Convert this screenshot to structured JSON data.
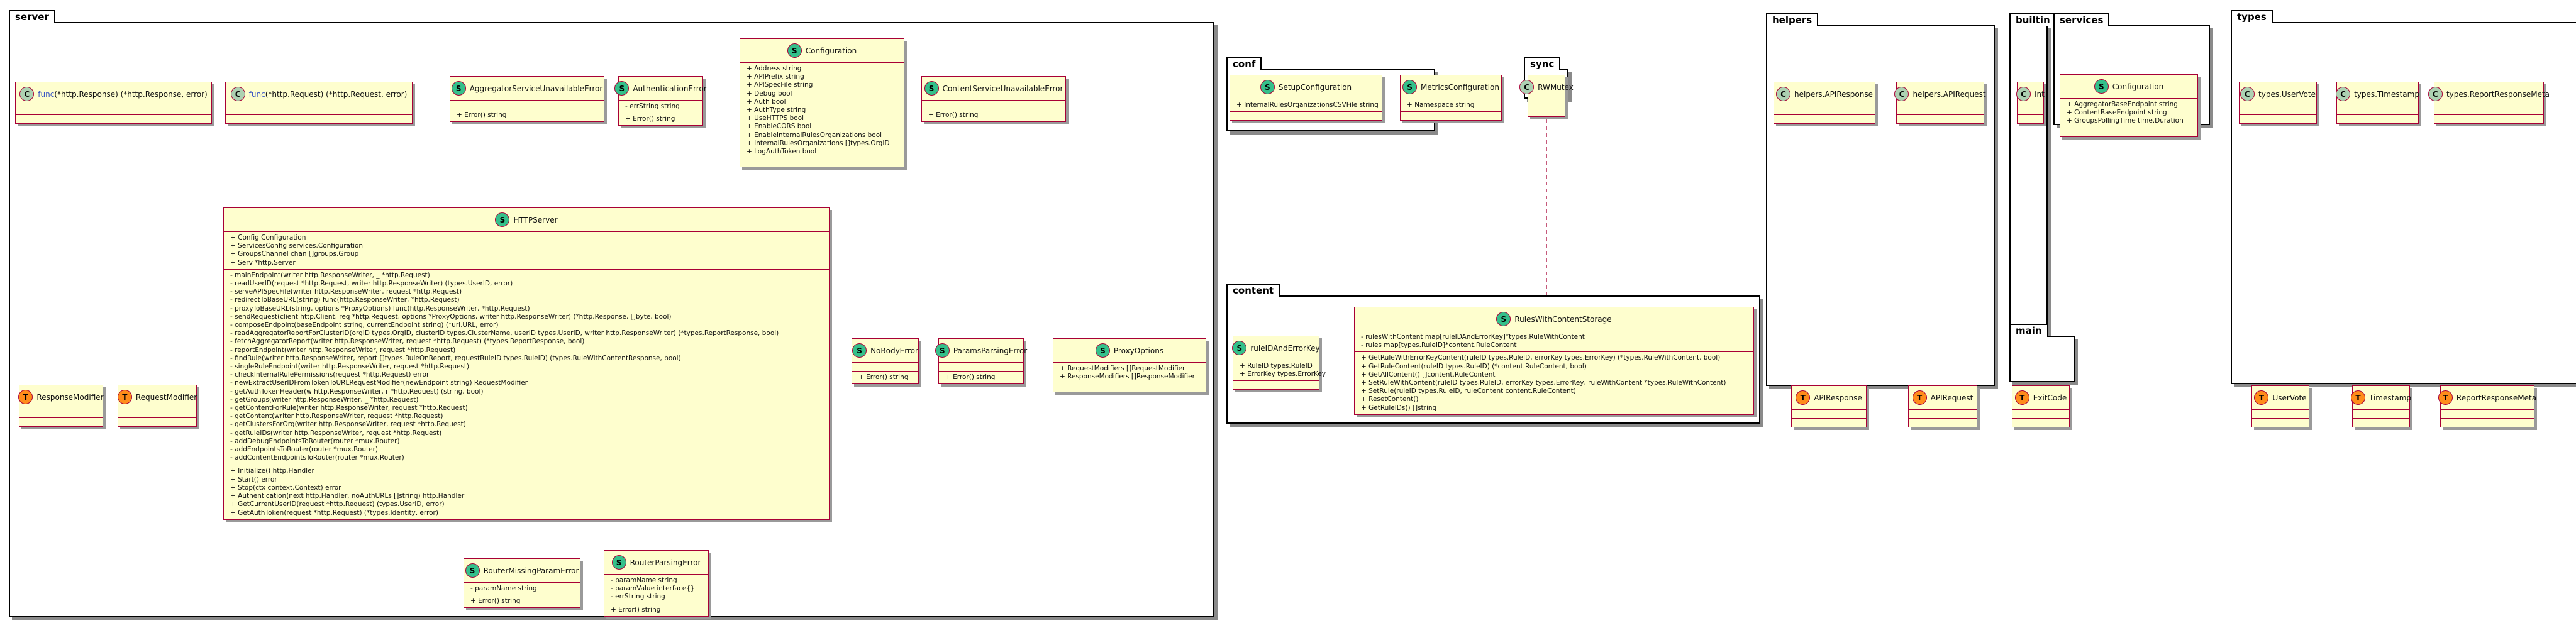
{
  "packages": {
    "server": "server",
    "conf": "conf",
    "sync": "sync",
    "content": "content",
    "helpers": "helpers",
    "builtin": "builtin",
    "main": "main",
    "services": "services",
    "types": "types"
  },
  "classes": {
    "func_response": {
      "stereotype": "C",
      "title_kw": "func",
      "title": "(*http.Response) (*http.Response, error)",
      "fields": [],
      "methods": []
    },
    "func_request": {
      "stereotype": "C",
      "title_kw": "func",
      "title": "(*http.Request) (*http.Request, error)",
      "fields": [],
      "methods": []
    },
    "aggregator_unavailable": {
      "stereotype": "S",
      "title": "AggregatorServiceUnavailableError",
      "fields": [],
      "methods": [
        "+ Error() string"
      ]
    },
    "authentication_error": {
      "stereotype": "S",
      "title": "AuthenticationError",
      "fields": [
        "- errString string"
      ],
      "methods": [
        "+ Error() string"
      ]
    },
    "server_configuration": {
      "stereotype": "S",
      "title": "Configuration",
      "fields": [
        "+ Address string",
        "+ APIPrefix string",
        "+ APISpecFile string",
        "+ Debug bool",
        "+ Auth bool",
        "+ AuthType string",
        "+ UseHTTPS bool",
        "+ EnableCORS bool",
        "+ EnableInternalRulesOrganizations bool",
        "+ InternalRulesOrganizations []types.OrgID",
        "+ LogAuthToken bool"
      ],
      "methods": []
    },
    "content_unavailable": {
      "stereotype": "S",
      "title": "ContentServiceUnavailableError",
      "fields": [],
      "methods": [
        "+ Error() string"
      ]
    },
    "http_server": {
      "stereotype": "S",
      "title": "HTTPServer",
      "fields": [
        "+ Config Configuration",
        "+ ServicesConfig services.Configuration",
        "+ GroupsChannel chan []groups.Group",
        "+ Serv *http.Server"
      ],
      "methods": [
        "- mainEndpoint(writer http.ResponseWriter, _ *http.Request)",
        "- readUserID(request *http.Request, writer http.ResponseWriter) (types.UserID, error)",
        "- serveAPISpecFile(writer http.ResponseWriter, request *http.Request)",
        "- redirectToBaseURL(string) func(http.ResponseWriter, *http.Request)",
        "- proxyToBaseURL(string, options *ProxyOptions) func(http.ResponseWriter, *http.Request)",
        "- sendRequest(client http.Client, req *http.Request, options *ProxyOptions, writer http.ResponseWriter) (*http.Response, []byte, bool)",
        "- composeEndpoint(baseEndpoint string, currentEndpoint string) (*url.URL, error)",
        "- readAggregatorReportForClusterID(orgID types.OrgID, clusterID types.ClusterName, userID types.UserID, writer http.ResponseWriter) (*types.ReportResponse, bool)",
        "- fetchAggregatorReport(writer http.ResponseWriter, request *http.Request) (*types.ReportResponse, bool)",
        "- reportEndpoint(writer http.ResponseWriter, request *http.Request)",
        "- findRule(writer http.ResponseWriter, report []types.RuleOnReport, requestRuleID types.RuleID) (types.RuleWithContentResponse, bool)",
        "- singleRuleEndpoint(writer http.ResponseWriter, request *http.Request)",
        "- checkInternalRulePermissions(request *http.Request) error",
        "- newExtractUserIDFromTokenToURLRequestModifier(newEndpoint string) RequestModifier",
        "- getAuthTokenHeader(w http.ResponseWriter, r *http.Request) (string, bool)",
        "- getGroups(writer http.ResponseWriter, _ *http.Request)",
        "- getContentForRule(writer http.ResponseWriter, request *http.Request)",
        "- getContent(writer http.ResponseWriter, request *http.Request)",
        "- getClustersForOrg(writer http.ResponseWriter, request *http.Request)",
        "- getRuleIDs(writer http.ResponseWriter, request *http.Request)",
        "- addDebugEndpointsToRouter(router *mux.Router)",
        "- addEndpointsToRouter(router *mux.Router)",
        "- addContentEndpointsToRouter(router *mux.Router)",
        "",
        "+ Initialize() http.Handler",
        "+ Start() error",
        "+ Stop(ctx context.Context) error",
        "+ Authentication(next http.Handler, noAuthURLs []string) http.Handler",
        "+ GetCurrentUserID(request *http.Request) (types.UserID, error)",
        "+ GetAuthToken(request *http.Request) (*types.Identity, error)"
      ]
    },
    "no_body_error": {
      "stereotype": "S",
      "title": "NoBodyError",
      "fields": [],
      "methods": [
        "+ Error() string"
      ]
    },
    "params_parsing_error": {
      "stereotype": "S",
      "title": "ParamsParsingError",
      "fields": [],
      "methods": [
        "+ Error() string"
      ]
    },
    "proxy_options": {
      "stereotype": "S",
      "title": "ProxyOptions",
      "fields": [
        "+ RequestModifiers []RequestModifier",
        "+ ResponseModifiers []ResponseModifier"
      ],
      "methods": []
    },
    "response_modifier": {
      "stereotype": "T",
      "title": "ResponseModifier",
      "fields": [],
      "methods": []
    },
    "request_modifier": {
      "stereotype": "T",
      "title": "RequestModifier",
      "fields": [],
      "methods": []
    },
    "router_missing_param": {
      "stereotype": "S",
      "title": "RouterMissingParamError",
      "fields": [
        "- paramName string"
      ],
      "methods": [
        "+ Error() string"
      ]
    },
    "router_parsing_error": {
      "stereotype": "S",
      "title": "RouterParsingError",
      "fields": [
        "- paramName string",
        "- paramValue interface{}",
        "- errString string"
      ],
      "methods": [
        "+ Error() string"
      ]
    },
    "setup_configuration": {
      "stereotype": "S",
      "title": "SetupConfiguration",
      "fields": [
        "+ InternalRulesOrganizationsCSVFile string"
      ],
      "methods": []
    },
    "metrics_configuration": {
      "stereotype": "S",
      "title": "MetricsConfiguration",
      "fields": [
        "+ Namespace string"
      ],
      "methods": []
    },
    "rw_mutex": {
      "stereotype": "C",
      "title": "RWMutex",
      "fields": [],
      "methods": []
    },
    "rule_id_and_error_key": {
      "stereotype": "S",
      "title": "ruleIDAndErrorKey",
      "fields": [
        "+ RuleID types.RuleID",
        "+ ErrorKey types.ErrorKey"
      ],
      "methods": []
    },
    "rules_with_content_storage": {
      "stereotype": "S",
      "title": "RulesWithContentStorage",
      "fields": [
        "- rulesWithContent map[ruleIDAndErrorKey]*types.RuleWithContent",
        "- rules map[types.RuleID]*content.RuleContent"
      ],
      "methods": [
        "+ GetRuleWithErrorKeyContent(ruleID types.RuleID, errorKey types.ErrorKey) (*types.RuleWithContent, bool)",
        "+ GetRuleContent(ruleID types.RuleID) (*content.RuleContent, bool)",
        "+ GetAllContent() []content.RuleContent",
        "+ SetRuleWithContent(ruleID types.RuleID, errorKey types.ErrorKey, ruleWithContent *types.RuleWithContent)",
        "+ SetRule(ruleID types.RuleID, ruleContent content.RuleContent)",
        "+ ResetContent()",
        "+ GetRuleIDs() []string"
      ]
    },
    "helpers_api_response": {
      "stereotype": "C",
      "title": "helpers.APIResponse",
      "fields": [],
      "methods": []
    },
    "helpers_api_request": {
      "stereotype": "C",
      "title": "helpers.APIRequest",
      "fields": [],
      "methods": []
    },
    "api_response": {
      "stereotype": "T",
      "title": "APIResponse",
      "fields": [],
      "methods": []
    },
    "api_request": {
      "stereotype": "T",
      "title": "APIRequest",
      "fields": [],
      "methods": []
    },
    "builtin_int": {
      "stereotype": "C",
      "title": "int",
      "fields": [],
      "methods": []
    },
    "exit_code": {
      "stereotype": "T",
      "title": "ExitCode",
      "fields": [],
      "methods": []
    },
    "services_configuration": {
      "stereotype": "S",
      "title": "Configuration",
      "fields": [
        "+ AggregatorBaseEndpoint string",
        "+ ContentBaseEndpoint string",
        "+ GroupsPollingTime time.Duration"
      ],
      "methods": []
    },
    "types_user_vote": {
      "stereotype": "C",
      "title": "types.UserVote",
      "fields": [],
      "methods": []
    },
    "types_timestamp": {
      "stereotype": "C",
      "title": "types.Timestamp",
      "fields": [],
      "methods": []
    },
    "types_report_response_meta": {
      "stereotype": "C",
      "title": "types.ReportResponseMeta",
      "fields": [],
      "methods": []
    },
    "user_vote": {
      "stereotype": "T",
      "title": "UserVote",
      "fields": [],
      "methods": []
    },
    "timestamp": {
      "stereotype": "T",
      "title": "Timestamp",
      "fields": [],
      "methods": []
    },
    "report_response_meta": {
      "stereotype": "T",
      "title": "ReportResponseMeta",
      "fields": [],
      "methods": []
    }
  },
  "colors": {
    "class_fill": "#fefece",
    "class_border": "#a80036",
    "struct_badge": "#34c08a",
    "type_badge": "#ff8c1a",
    "class_badge": "#add1b2",
    "keyword": "#3b57c4"
  }
}
